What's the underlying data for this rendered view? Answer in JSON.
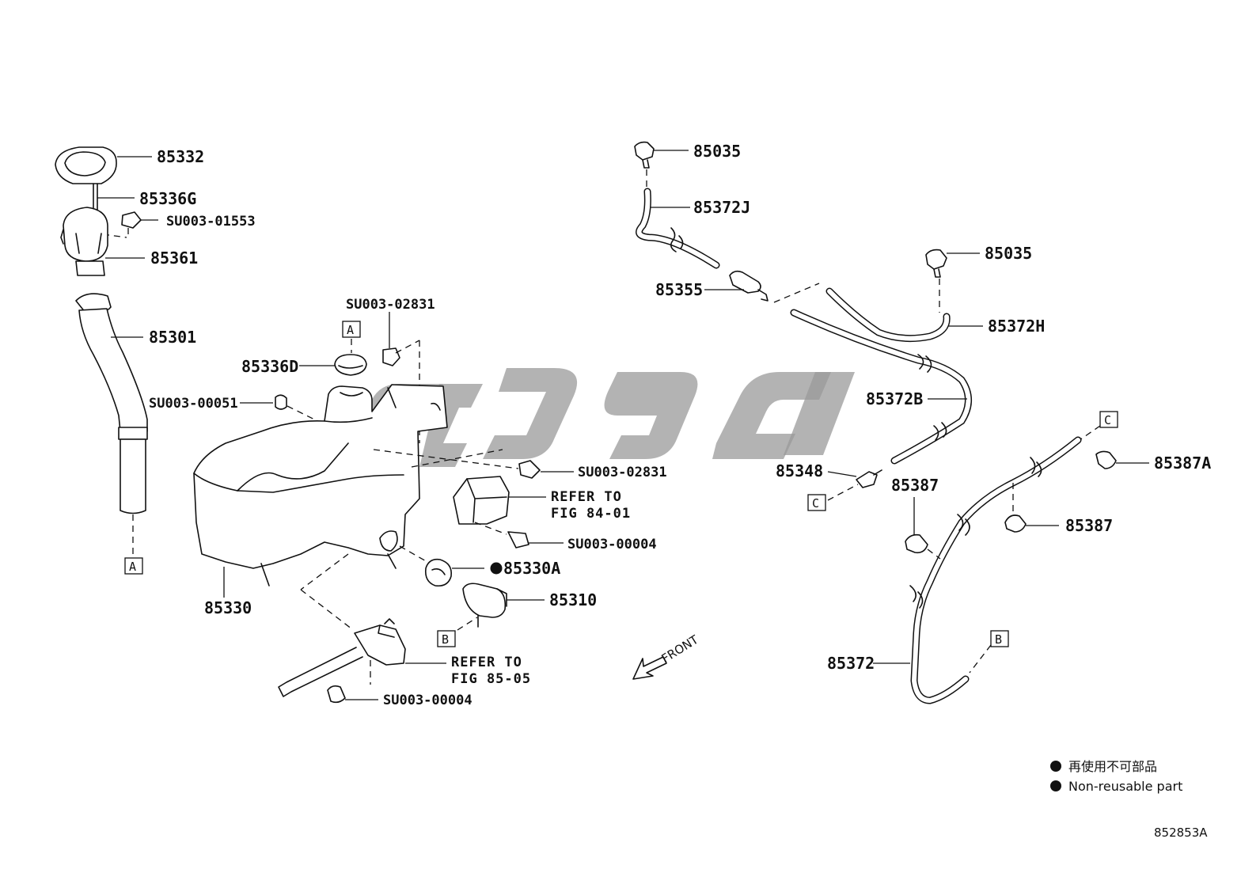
{
  "diagram": {
    "part_labels": {
      "p85332": "85332",
      "p85336G": "85336G",
      "pSU003_01553": "SU003-01553",
      "p85361": "85361",
      "p85301": "85301",
      "pSU003_02831_top": "SU003-02831",
      "p85336D": "85336D",
      "pSU003_00051": "SU003-00051",
      "pSU003_02831_mid": "SU003-02831",
      "refer_84_line1": "REFER TO",
      "refer_84_line2": "FIG 84-01",
      "pSU003_00004_mid": "SU003-00004",
      "p85330A": "85330A",
      "p85310": "85310",
      "p85330": "85330",
      "refer_85_line1": "REFER TO",
      "refer_85_line2": "FIG 85-05",
      "pSU003_00004_bot": "SU003-00004",
      "p85035_top": "85035",
      "p85372J": "85372J",
      "p85355": "85355",
      "p85035_right": "85035",
      "p85372H": "85372H",
      "p85372B": "85372B",
      "p85348": "85348",
      "p85387_left": "85387",
      "p85387A": "85387A",
      "p85387_right": "85387",
      "p85372": "85372"
    },
    "connector_boxes": {
      "a_left": "A",
      "a_top": "A",
      "b_mid": "B",
      "b_right": "B",
      "c_mid": "C",
      "c_right": "C"
    },
    "front_label": "FRONT",
    "legend": {
      "line1": "再使用不可部品",
      "line2": "Non-reusable part"
    },
    "figure_id": "852853A",
    "non_reusable_marker_part": "85330A"
  }
}
